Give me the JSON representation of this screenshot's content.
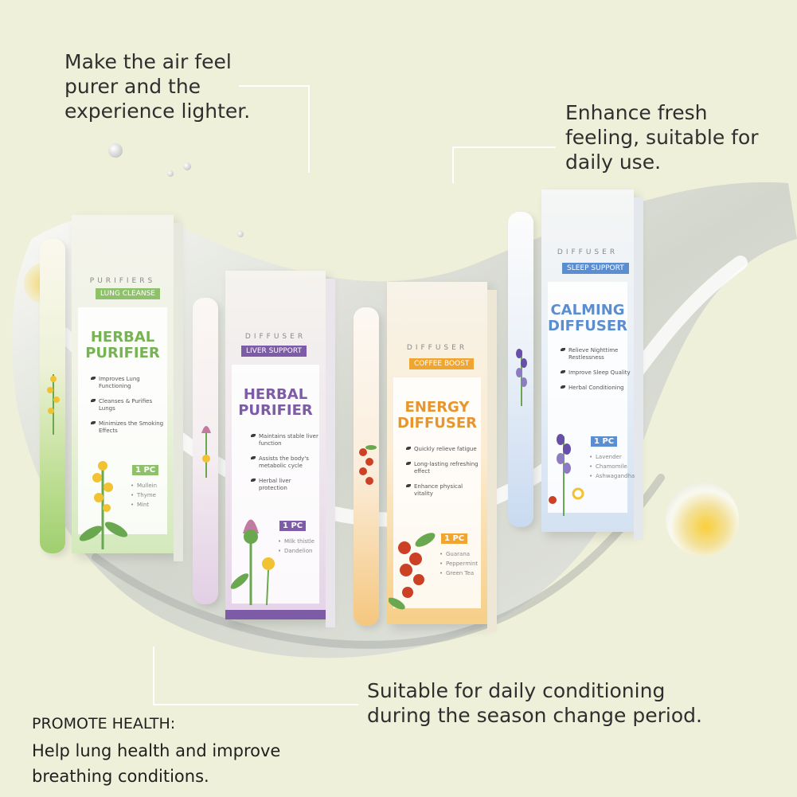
{
  "callouts": {
    "top_left": "Make the air feel\npurer and the\nexperience lighter.",
    "top_right": "Enhance fresh\nfeeling, suitable for\ndaily use.",
    "bottom_right": "Suitable for daily conditioning\nduring the season change period."
  },
  "promo": {
    "heading": "PROMOTE HEALTH:",
    "text": "Help lung health and improve breathing conditions."
  },
  "products": [
    {
      "brand": "PURIFIERS",
      "tag": "LUNG CLEANSE",
      "title": "HERBAL\nPURIFIER",
      "benefits": [
        "Improves Lung Functioning",
        "Cleanses & Purifies Lungs",
        "Minimizes the Smoking Effects"
      ],
      "count": "1 PC",
      "ingredients": [
        "Mullein",
        "Thyme",
        "Mint"
      ],
      "accent": "#8fc16a"
    },
    {
      "brand": "DIFFUSER",
      "tag": "LIVER SUPPORT",
      "title": "HERBAL\nPURIFIER",
      "benefits": [
        "Maintains stable liver function",
        "Assists the body's metabolic cycle",
        "Herbal liver protection"
      ],
      "count": "1 PC",
      "ingredients": [
        "Milk thistle",
        "Dandelion"
      ],
      "accent": "#7d5ba6"
    },
    {
      "brand": "DIFFUSER",
      "tag": "COFFEE BOOST",
      "title": "ENERGY\nDIFFUSER",
      "benefits": [
        "Quickly relieve fatigue",
        "Long-lasting refreshing effect",
        "Enhance physical vitality"
      ],
      "count": "1 PC",
      "ingredients": [
        "Guarana",
        "Peppermint",
        "Green Tea"
      ],
      "accent": "#f0a531"
    },
    {
      "brand": "DIFFUSER",
      "tag": "SLEEP SUPPORT",
      "title": "CALMING\nDIFFUSER",
      "benefits": [
        "Relieve Nighttime Restlessness",
        "Improve Sleep Quality",
        "Herbal Conditioning"
      ],
      "count": "1 PC",
      "ingredients": [
        "Lavender",
        "Chamomile",
        "Ashwagandha"
      ],
      "accent": "#5b8ed1"
    }
  ],
  "colors": {
    "background": "#eff0da",
    "text": "#2f2f2f"
  }
}
